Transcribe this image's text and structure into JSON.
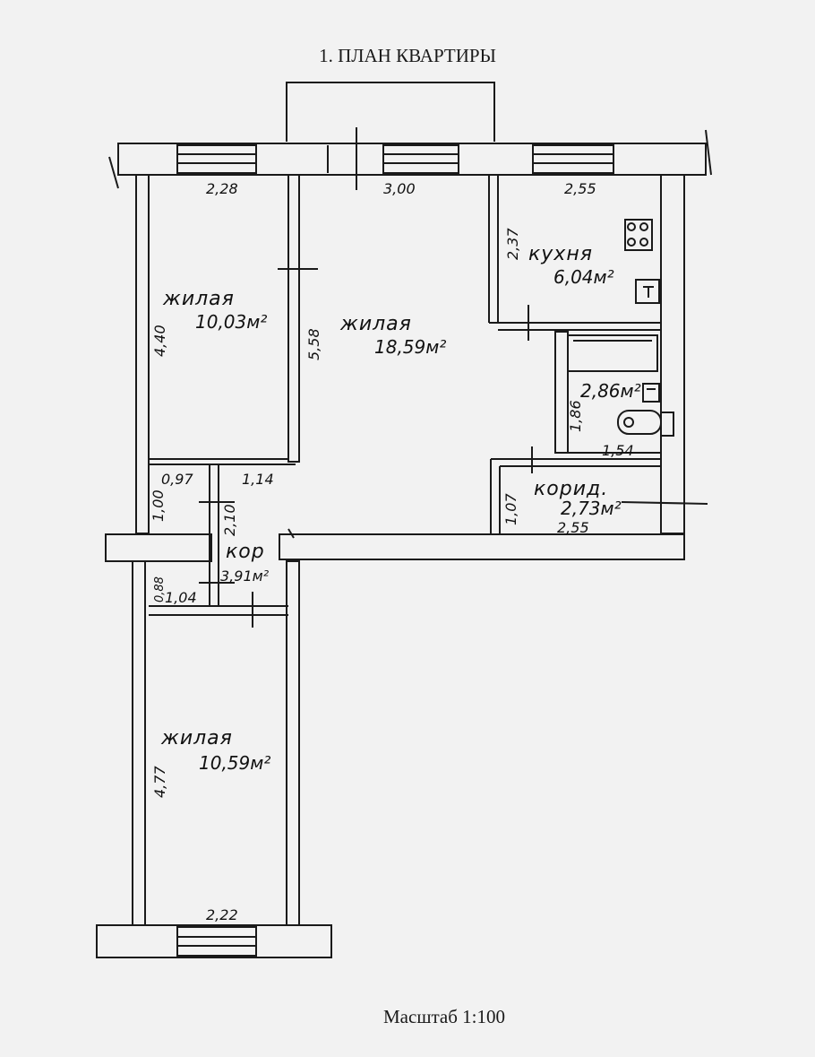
{
  "title": "1. ПЛАН КВАРТИРЫ",
  "scale": "Масштаб 1:100",
  "rooms": {
    "living_left_top": {
      "name": "жилая",
      "area": "10,03м²"
    },
    "living_center": {
      "name": "жилая",
      "area": "18,59м²"
    },
    "kitchen": {
      "name": "кухня",
      "area": "6,04м²"
    },
    "bathroom": {
      "area": "2,86м²"
    },
    "corridor_right": {
      "name": "корид.",
      "area": "2,73м²"
    },
    "corridor_small": {
      "name": "кор",
      "area": "3,91м²"
    },
    "living_bottom": {
      "name": "жилая",
      "area": "10,59м²"
    }
  },
  "dimensions": {
    "d_228": "2,28",
    "d_300": "3,00",
    "d_255_top": "2,55",
    "d_440": "4,40",
    "d_558": "5,58",
    "d_237": "2,37",
    "d_186": "1,86",
    "d_154": "1,54",
    "d_097": "0,97",
    "d_114": "1,14",
    "d_100": "1,00",
    "d_210": "2,10",
    "d_107": "1,07",
    "d_255_bottom": "2,55",
    "d_088": "0,88",
    "d_104": "1,04",
    "d_477": "4,77",
    "d_222": "2,22"
  }
}
